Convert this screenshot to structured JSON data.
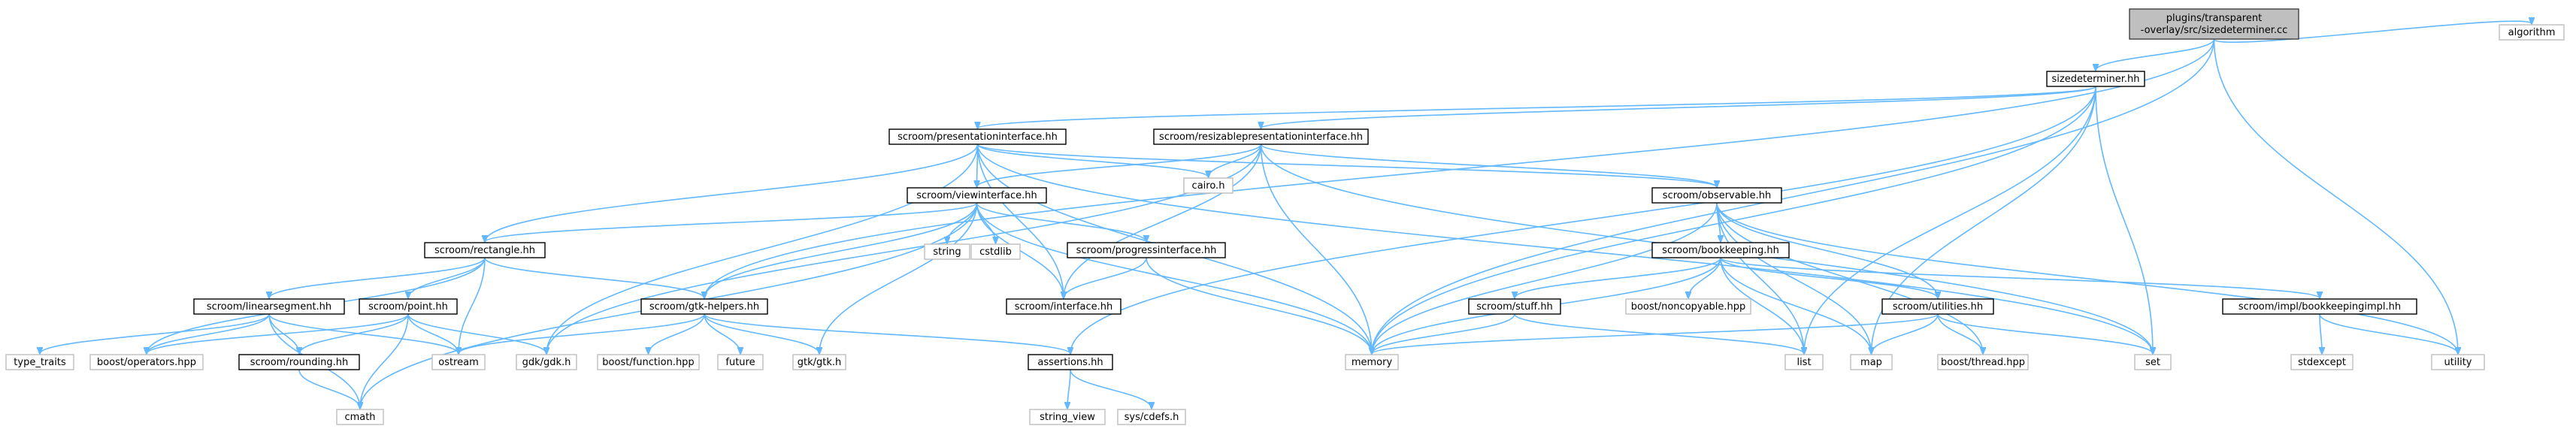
{
  "graph": {
    "colors": {
      "edge": "#63b8ff",
      "root_fill": "#bfbfbf",
      "node_border": "#000000",
      "external_border": "#bfbfbf"
    },
    "nodes": [
      {
        "id": "root",
        "lines": [
          "plugins/transparent",
          "-overlay/src/sizedeterminer.cc"
        ],
        "kind": "root"
      },
      {
        "id": "algorithm",
        "lines": [
          "algorithm"
        ],
        "kind": "sys"
      },
      {
        "id": "sizedeterminer",
        "lines": [
          "sizedeterminer.hh"
        ],
        "kind": "local"
      },
      {
        "id": "presentationinterface",
        "lines": [
          "scroom/presentationinterface.hh"
        ],
        "kind": "local"
      },
      {
        "id": "resizablepresentationinterface",
        "lines": [
          "scroom/resizablepresentationinterface.hh"
        ],
        "kind": "local"
      },
      {
        "id": "viewinterface",
        "lines": [
          "scroom/viewinterface.hh"
        ],
        "kind": "local"
      },
      {
        "id": "cairo",
        "lines": [
          "cairo.h"
        ],
        "kind": "sys"
      },
      {
        "id": "observable",
        "lines": [
          "scroom/observable.hh"
        ],
        "kind": "local"
      },
      {
        "id": "rectangle",
        "lines": [
          "scroom/rectangle.hh"
        ],
        "kind": "local"
      },
      {
        "id": "string",
        "lines": [
          "string"
        ],
        "kind": "sys"
      },
      {
        "id": "cstdlib",
        "lines": [
          "cstdlib"
        ],
        "kind": "sys"
      },
      {
        "id": "progressinterface",
        "lines": [
          "scroom/progressinterface.hh"
        ],
        "kind": "local"
      },
      {
        "id": "bookkeeping",
        "lines": [
          "scroom/bookkeeping.hh"
        ],
        "kind": "local"
      },
      {
        "id": "linearsegment",
        "lines": [
          "scroom/linearsegment.hh"
        ],
        "kind": "local"
      },
      {
        "id": "point",
        "lines": [
          "scroom/point.hh"
        ],
        "kind": "local"
      },
      {
        "id": "gtkhelpers",
        "lines": [
          "scroom/gtk-helpers.hh"
        ],
        "kind": "local"
      },
      {
        "id": "interface",
        "lines": [
          "scroom/interface.hh"
        ],
        "kind": "local"
      },
      {
        "id": "stuff",
        "lines": [
          "scroom/stuff.hh"
        ],
        "kind": "local"
      },
      {
        "id": "noncopyable",
        "lines": [
          "boost/noncopyable.hpp"
        ],
        "kind": "sys"
      },
      {
        "id": "utilities",
        "lines": [
          "scroom/utilities.hh"
        ],
        "kind": "local"
      },
      {
        "id": "bookkeepingimpl",
        "lines": [
          "scroom/impl/bookkeepingimpl.hh"
        ],
        "kind": "local"
      },
      {
        "id": "type_traits",
        "lines": [
          "type_traits"
        ],
        "kind": "sys"
      },
      {
        "id": "operators",
        "lines": [
          "boost/operators.hpp"
        ],
        "kind": "sys"
      },
      {
        "id": "rounding",
        "lines": [
          "scroom/rounding.hh"
        ],
        "kind": "local"
      },
      {
        "id": "ostream",
        "lines": [
          "ostream"
        ],
        "kind": "sys"
      },
      {
        "id": "gdk",
        "lines": [
          "gdk/gdk.h"
        ],
        "kind": "sys"
      },
      {
        "id": "function",
        "lines": [
          "boost/function.hpp"
        ],
        "kind": "sys"
      },
      {
        "id": "future",
        "lines": [
          "future"
        ],
        "kind": "sys"
      },
      {
        "id": "gtk",
        "lines": [
          "gtk/gtk.h"
        ],
        "kind": "sys"
      },
      {
        "id": "assertions",
        "lines": [
          "assertions.hh"
        ],
        "kind": "local"
      },
      {
        "id": "memory",
        "lines": [
          "memory"
        ],
        "kind": "sys"
      },
      {
        "id": "list",
        "lines": [
          "list"
        ],
        "kind": "sys"
      },
      {
        "id": "map",
        "lines": [
          "map"
        ],
        "kind": "sys"
      },
      {
        "id": "thread",
        "lines": [
          "boost/thread.hpp"
        ],
        "kind": "sys"
      },
      {
        "id": "set",
        "lines": [
          "set"
        ],
        "kind": "sys"
      },
      {
        "id": "stdexcept",
        "lines": [
          "stdexcept"
        ],
        "kind": "sys"
      },
      {
        "id": "utility",
        "lines": [
          "utility"
        ],
        "kind": "sys"
      },
      {
        "id": "cmath",
        "lines": [
          "cmath"
        ],
        "kind": "sys"
      },
      {
        "id": "string_view",
        "lines": [
          "string_view"
        ],
        "kind": "sys"
      },
      {
        "id": "cdefs",
        "lines": [
          "sys/cdefs.h"
        ],
        "kind": "sys"
      }
    ],
    "edges": [
      [
        "root",
        "sizedeterminer"
      ],
      [
        "root",
        "algorithm"
      ],
      [
        "root",
        "gtkhelpers"
      ],
      [
        "root",
        "memory"
      ],
      [
        "root",
        "utility"
      ],
      [
        "sizedeterminer",
        "presentationinterface"
      ],
      [
        "sizedeterminer",
        "resizablepresentationinterface"
      ],
      [
        "sizedeterminer",
        "assertions"
      ],
      [
        "sizedeterminer",
        "list"
      ],
      [
        "sizedeterminer",
        "map"
      ],
      [
        "sizedeterminer",
        "set"
      ],
      [
        "sizedeterminer",
        "memory"
      ],
      [
        "presentationinterface",
        "viewinterface"
      ],
      [
        "presentationinterface",
        "cairo"
      ],
      [
        "presentationinterface",
        "observable"
      ],
      [
        "presentationinterface",
        "rectangle"
      ],
      [
        "presentationinterface",
        "interface"
      ],
      [
        "presentationinterface",
        "gdk"
      ],
      [
        "presentationinterface",
        "memory"
      ],
      [
        "presentationinterface",
        "set"
      ],
      [
        "resizablepresentationinterface",
        "viewinterface"
      ],
      [
        "resizablepresentationinterface",
        "cairo"
      ],
      [
        "resizablepresentationinterface",
        "observable"
      ],
      [
        "resizablepresentationinterface",
        "interface"
      ],
      [
        "resizablepresentationinterface",
        "gdk"
      ],
      [
        "resizablepresentationinterface",
        "memory"
      ],
      [
        "resizablepresentationinterface",
        "set"
      ],
      [
        "viewinterface",
        "rectangle"
      ],
      [
        "viewinterface",
        "string"
      ],
      [
        "viewinterface",
        "cstdlib"
      ],
      [
        "viewinterface",
        "progressinterface"
      ],
      [
        "viewinterface",
        "gtkhelpers"
      ],
      [
        "viewinterface",
        "interface"
      ],
      [
        "viewinterface",
        "gtk"
      ],
      [
        "viewinterface",
        "cmath"
      ],
      [
        "viewinterface",
        "memory"
      ],
      [
        "observable",
        "bookkeeping"
      ],
      [
        "observable",
        "utilities"
      ],
      [
        "observable",
        "list"
      ],
      [
        "observable",
        "map"
      ],
      [
        "observable",
        "memory"
      ],
      [
        "observable",
        "thread"
      ],
      [
        "observable",
        "utility"
      ],
      [
        "rectangle",
        "linearsegment"
      ],
      [
        "rectangle",
        "point"
      ],
      [
        "rectangle",
        "gtkhelpers"
      ],
      [
        "rectangle",
        "operators"
      ],
      [
        "rectangle",
        "ostream"
      ],
      [
        "progressinterface",
        "interface"
      ],
      [
        "progressinterface",
        "memory"
      ],
      [
        "bookkeeping",
        "stuff"
      ],
      [
        "bookkeeping",
        "noncopyable"
      ],
      [
        "bookkeeping",
        "utilities"
      ],
      [
        "bookkeeping",
        "bookkeepingimpl"
      ],
      [
        "bookkeeping",
        "list"
      ],
      [
        "bookkeeping",
        "map"
      ],
      [
        "bookkeeping",
        "memory"
      ],
      [
        "linearsegment",
        "type_traits"
      ],
      [
        "linearsegment",
        "operators"
      ],
      [
        "linearsegment",
        "rounding"
      ],
      [
        "linearsegment",
        "ostream"
      ],
      [
        "linearsegment",
        "cmath"
      ],
      [
        "point",
        "operators"
      ],
      [
        "point",
        "rounding"
      ],
      [
        "point",
        "ostream"
      ],
      [
        "point",
        "gdk"
      ],
      [
        "point",
        "cmath"
      ],
      [
        "gtkhelpers",
        "function"
      ],
      [
        "gtkhelpers",
        "future"
      ],
      [
        "gtkhelpers",
        "gtk"
      ],
      [
        "gtkhelpers",
        "assertions"
      ],
      [
        "gtkhelpers",
        "ostream"
      ],
      [
        "stuff",
        "list"
      ],
      [
        "stuff",
        "memory"
      ],
      [
        "utilities",
        "map"
      ],
      [
        "utilities",
        "thread"
      ],
      [
        "utilities",
        "set"
      ],
      [
        "utilities",
        "memory"
      ],
      [
        "bookkeepingimpl",
        "stdexcept"
      ],
      [
        "bookkeepingimpl",
        "utility"
      ],
      [
        "rounding",
        "cmath"
      ],
      [
        "assertions",
        "string_view"
      ],
      [
        "assertions",
        "cdefs"
      ]
    ]
  }
}
